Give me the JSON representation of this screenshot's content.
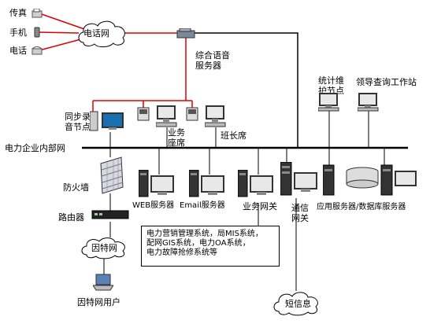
{
  "labels": {
    "fax": "传真",
    "mobile": "手机",
    "phone": "电话",
    "phone_network": "电话网",
    "voice_server_line1": "综合语音",
    "voice_server_line2": "服务器",
    "sync_recording_line1": "同步录",
    "sync_recording_line2": "音节点",
    "business_seat_line1": "业务",
    "business_seat_line2": "座席",
    "squad_leader_seat": "班长席",
    "stats_node_line1": "统计维",
    "stats_node_line2": "护节点",
    "leader_workstation": "领导查询工作站",
    "intranet": "电力企业内部网",
    "firewall": "防火墙",
    "router": "路由器",
    "internet": "因特网",
    "internet_user": "因特网用户",
    "web_server": "WEB服务器",
    "email_server": "Email服务器",
    "business_gateway": "业务网关",
    "comm_gateway_line1": "通信",
    "comm_gateway_line2": "网关",
    "app_db_server": "应用服务器/数据库服务器",
    "sms": "短信息"
  },
  "systems_box": {
    "lines": [
      "电力营销管理系统，局MIS系统，",
      "配网GIS系统，电力OA系统，",
      "电力故障抢修系统等"
    ]
  },
  "colors": {
    "phone_link": "#e00000",
    "voice_link": "#e00000",
    "network_line": "#000000",
    "monitor_screen": "#1a6fb0"
  }
}
